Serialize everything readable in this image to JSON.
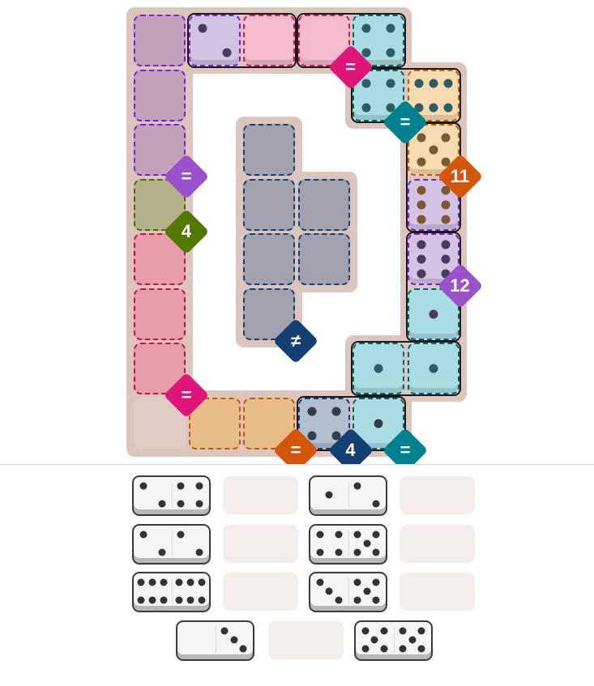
{
  "board": {
    "regions": [
      {
        "name": "purple-equal",
        "fill": "#c3a1bb",
        "border": "#7a1fd6",
        "cells": [
          [
            0,
            0
          ],
          [
            1,
            0
          ],
          [
            2,
            0
          ],
          [
            0,
            1
          ]
        ]
      },
      {
        "name": "pink-equal",
        "fill": "#f5bccf",
        "border": "#d6174f",
        "cells": [
          [
            0,
            2
          ],
          [
            0,
            3
          ]
        ]
      },
      {
        "name": "teal-equal-top",
        "fill": "#aadce3",
        "border": "#0e5e6a",
        "cells": [
          [
            0,
            4
          ],
          [
            1,
            4
          ]
        ]
      },
      {
        "name": "orange-11",
        "fill": "#f8dbb0",
        "border": "#c25a0a",
        "cells": [
          [
            1,
            5
          ],
          [
            2,
            5
          ]
        ]
      },
      {
        "name": "lavender-12",
        "fill": "#d4c3e3",
        "border": "#7a1fd6",
        "cells": [
          [
            3,
            5
          ],
          [
            4,
            5
          ]
        ]
      },
      {
        "name": "teal-equal-bottom",
        "fill": "#aadce3",
        "border": "#0e5e6a",
        "cells": [
          [
            5,
            5
          ],
          [
            6,
            5
          ],
          [
            6,
            4
          ],
          [
            7,
            4
          ]
        ]
      },
      {
        "name": "gray-not-equal",
        "fill": "#a2a2ae",
        "border": "#143f73",
        "cells": [
          [
            2,
            2
          ],
          [
            3,
            2
          ],
          [
            3,
            3
          ],
          [
            4,
            2
          ],
          [
            4,
            3
          ],
          [
            5,
            2
          ]
        ]
      },
      {
        "name": "olive-4",
        "fill": "#b4b28a",
        "border": "#4a6b00",
        "cells": [
          [
            3,
            0
          ]
        ]
      },
      {
        "name": "pink-equal-left",
        "fill": "#e89daa",
        "border": "#c8104a",
        "cells": [
          [
            4,
            0
          ],
          [
            5,
            0
          ],
          [
            6,
            0
          ]
        ]
      },
      {
        "name": "empty",
        "fill": "#e0ccc5",
        "border": "",
        "cells": [
          [
            7,
            0
          ]
        ]
      },
      {
        "name": "orange-equal",
        "fill": "#e8bd8a",
        "border": "#c25a0a",
        "cells": [
          [
            7,
            1
          ],
          [
            7,
            2
          ]
        ]
      },
      {
        "name": "slate-4",
        "fill": "#b1bfd1",
        "border": "#143f73",
        "cells": [
          [
            7,
            3
          ]
        ]
      }
    ],
    "placed_fill": {
      "0,1": "#d3c3e3",
      "0,2": "#f5bccf",
      "0,3": "#f5bccf",
      "0,4": "#aadce3",
      "1,4": "#aadce3",
      "1,5": "#f8dbb0",
      "2,5": "#f8dbb0",
      "3,5": "#d4c3e3",
      "4,5": "#d4c3e3",
      "5,5": "#aadce3",
      "6,4": "#aadce3",
      "6,5": "#aadce3",
      "7,3": "#b1bfd1",
      "7,4": "#aadce3"
    },
    "placed_dominoes": [
      {
        "a": [
          0,
          1
        ],
        "b": [
          0,
          2
        ],
        "values": [
          2,
          0
        ],
        "pip_color": "#4a3a5e"
      },
      {
        "a": [
          0,
          3
        ],
        "b": [
          0,
          4
        ],
        "values": [
          0,
          4
        ],
        "pip_color": "#2c5e66"
      },
      {
        "a": [
          1,
          4
        ],
        "b": [
          1,
          5
        ],
        "values": [
          4,
          6
        ],
        "pip_color": "#2c5e66"
      },
      {
        "a": [
          2,
          5
        ],
        "b": [
          3,
          5
        ],
        "values": [
          5,
          6
        ],
        "pip_color": "#7a5a30"
      },
      {
        "a": [
          4,
          5
        ],
        "b": [
          5,
          5
        ],
        "values": [
          6,
          1
        ],
        "pip_color": "#4a3a5e"
      },
      {
        "a": [
          6,
          4
        ],
        "b": [
          6,
          5
        ],
        "values": [
          1,
          1
        ],
        "pip_color": "#2c5e66"
      },
      {
        "a": [
          7,
          3
        ],
        "b": [
          7,
          4
        ],
        "values": [
          4,
          1
        ],
        "pip_color": "#333d4d"
      }
    ],
    "constraints": [
      {
        "label": "=",
        "color": "#9a52cc",
        "cell": [
          2,
          0
        ]
      },
      {
        "label": "4",
        "color": "#527800",
        "cell": [
          3,
          0
        ]
      },
      {
        "label": "=",
        "color": "#e0157a",
        "cell": [
          0,
          3
        ]
      },
      {
        "label": "=",
        "color": "#00818f",
        "cell": [
          1,
          4
        ]
      },
      {
        "label": "11",
        "color": "#d3560b",
        "cell": [
          2,
          5
        ]
      },
      {
        "label": "12",
        "color": "#9a52cc",
        "cell": [
          4,
          5
        ]
      },
      {
        "label": "≠",
        "color": "#143f73",
        "cell": [
          5,
          2
        ]
      },
      {
        "label": "=",
        "color": "#e0157a",
        "cell": [
          6,
          0
        ]
      },
      {
        "label": "=",
        "color": "#d3560b",
        "cell": [
          7,
          2
        ]
      },
      {
        "label": "4",
        "color": "#143f73",
        "cell": [
          7,
          3
        ]
      },
      {
        "label": "=",
        "color": "#00818f",
        "cell": [
          7,
          4
        ]
      }
    ]
  },
  "tray": {
    "rows": [
      [
        {
          "values": [
            2,
            4
          ]
        },
        {
          "empty": true
        },
        {
          "values": [
            1,
            2
          ]
        },
        {
          "empty": true
        }
      ],
      [
        {
          "values": [
            2,
            2
          ]
        },
        {
          "empty": true
        },
        {
          "values": [
            4,
            5
          ]
        },
        {
          "empty": true
        }
      ],
      [
        {
          "values": [
            6,
            6
          ]
        },
        {
          "empty": true
        },
        {
          "values": [
            3,
            5
          ]
        },
        {
          "empty": true
        }
      ],
      [
        {
          "values": [
            0,
            3
          ]
        },
        {
          "empty": true
        },
        {
          "values": [
            5,
            5
          ]
        }
      ]
    ]
  }
}
